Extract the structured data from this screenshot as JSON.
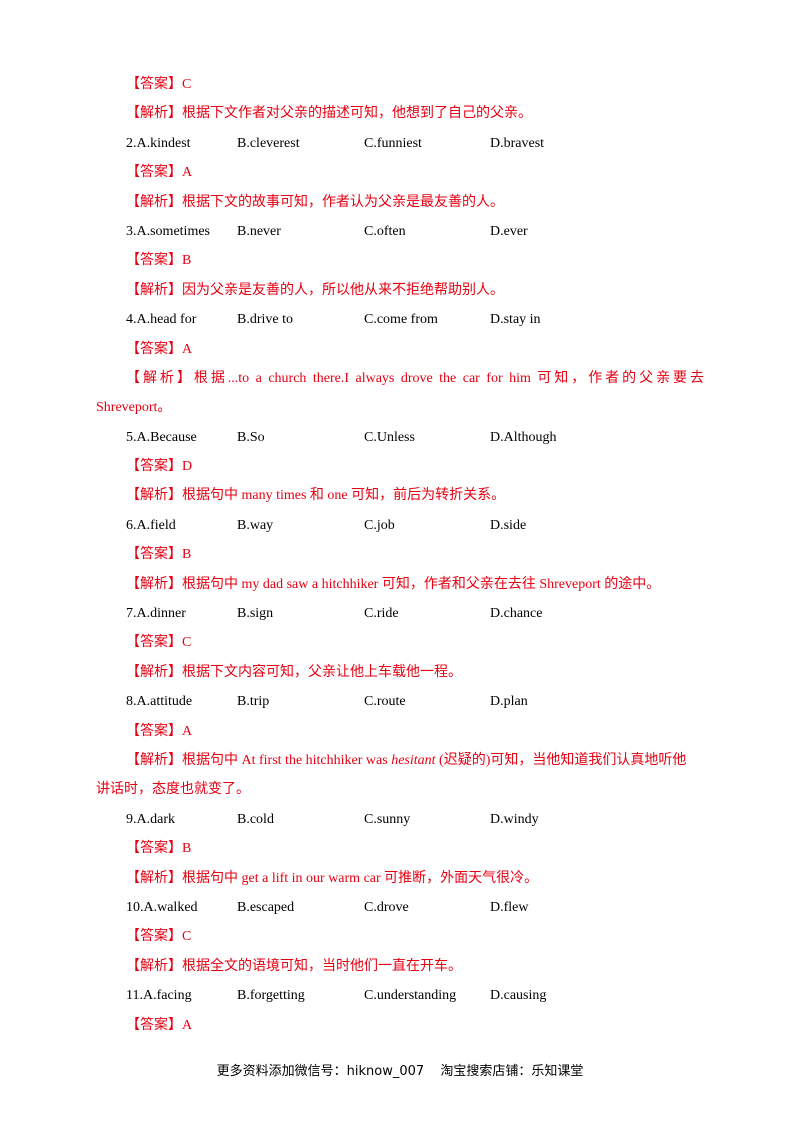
{
  "items": [
    {
      "type": "answer",
      "label": "【答案】",
      "value": "C"
    },
    {
      "type": "explanation",
      "label": "【解析】",
      "text": "根据下文作者对父亲的描述可知，他想到了自己的父亲。"
    },
    {
      "type": "question",
      "options": [
        "2.A.kindest",
        "B.cleverest",
        "C.funniest",
        "D.bravest"
      ]
    },
    {
      "type": "answer",
      "label": "【答案】",
      "value": "A"
    },
    {
      "type": "explanation",
      "label": "【解析】",
      "text": "根据下文的故事可知，作者认为父亲是最友善的人。"
    },
    {
      "type": "question",
      "options": [
        "3.A.sometimes",
        "B.never",
        "C.often",
        "D.ever"
      ]
    },
    {
      "type": "answer",
      "label": "【答案】",
      "value": "B"
    },
    {
      "type": "explanation",
      "label": "【解析】",
      "text": "因为父亲是友善的人，所以他从来不拒绝帮助别人。"
    },
    {
      "type": "question",
      "options": [
        "4.A.head for",
        "B.drive to",
        "C.come from",
        "D.stay in"
      ]
    },
    {
      "type": "answer",
      "label": "【答案】",
      "value": "A"
    },
    {
      "type": "explanation-wrap",
      "label": "【解析】",
      "text": "根据...to a church there.I always drove the car for him 可知，作者的父亲要去",
      "cont": "Shreveport。"
    },
    {
      "type": "question",
      "options": [
        "5.A.Because",
        "B.So",
        "C.Unless",
        "D.Although"
      ]
    },
    {
      "type": "answer",
      "label": "【答案】",
      "value": "D"
    },
    {
      "type": "explanation",
      "label": "【解析】",
      "text": "根据句中 many times 和 one 可知，前后为转折关系。"
    },
    {
      "type": "question",
      "options": [
        "6.A.field",
        "B.way",
        "C.job",
        "D.side"
      ]
    },
    {
      "type": "answer",
      "label": "【答案】",
      "value": "B"
    },
    {
      "type": "explanation",
      "label": "【解析】",
      "text": "根据句中 my dad saw a hitchhiker 可知，作者和父亲在去往 Shreveport 的途中。"
    },
    {
      "type": "question",
      "options": [
        "7.A.dinner",
        "B.sign",
        "C.ride",
        "D.chance"
      ]
    },
    {
      "type": "answer",
      "label": "【答案】",
      "value": "C"
    },
    {
      "type": "explanation",
      "label": "【解析】",
      "text": "根据下文内容可知，父亲让他上车载他一程。"
    },
    {
      "type": "question",
      "options": [
        "8.A.attitude",
        "B.trip",
        "C.route",
        "D.plan"
      ]
    },
    {
      "type": "answer",
      "label": "【答案】",
      "value": "A"
    },
    {
      "type": "explanation-italic",
      "label": "【解析】",
      "pre": "根据句中 At first the hitchhiker was ",
      "italic": "hesitant",
      "post": " (迟疑的)可知，当他知道我们认真地听他",
      "cont": "讲话时，态度也就变了。"
    },
    {
      "type": "question",
      "options": [
        "9.A.dark",
        "B.cold",
        "C.sunny",
        "D.windy"
      ]
    },
    {
      "type": "answer",
      "label": "【答案】",
      "value": "B"
    },
    {
      "type": "explanation",
      "label": "【解析】",
      "text": "根据句中 get a lift in our warm car 可推断，外面天气很冷。"
    },
    {
      "type": "question",
      "options": [
        "10.A.walked",
        "B.escaped",
        "C.drove",
        "D.flew"
      ]
    },
    {
      "type": "answer",
      "label": "【答案】",
      "value": "C"
    },
    {
      "type": "explanation",
      "label": "【解析】",
      "text": "根据全文的语境可知，当时他们一直在开车。"
    },
    {
      "type": "question",
      "options": [
        "11.A.facing",
        "B.forgetting",
        "C.understanding",
        "D.causing"
      ]
    },
    {
      "type": "answer",
      "label": "【答案】",
      "value": "A"
    }
  ],
  "footer": {
    "wechat": "更多资料添加微信号：hiknow_007",
    "taobao": "淘宝搜索店铺：乐知课堂"
  }
}
